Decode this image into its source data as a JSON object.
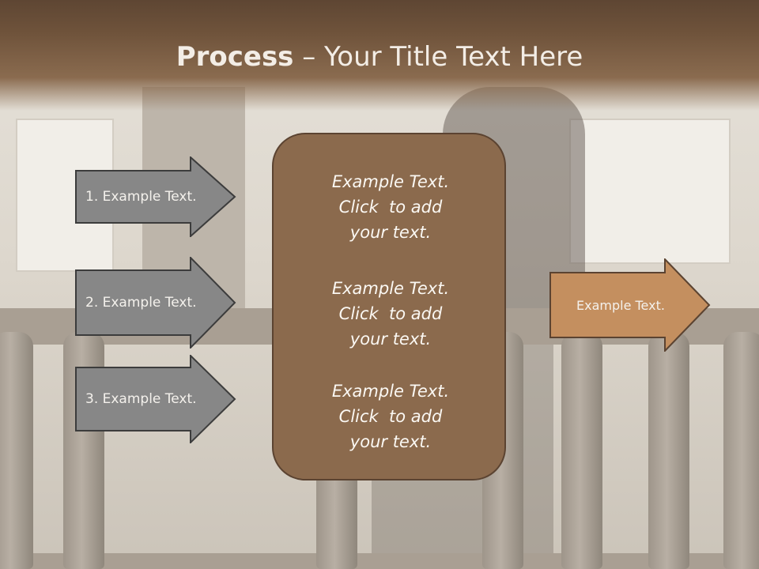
{
  "title": {
    "bold": "Process",
    "rest": " – Your Title Text Here"
  },
  "left_steps": [
    {
      "label": "1. Example Text."
    },
    {
      "label": "2. Example Text."
    },
    {
      "label": "3. Example Text."
    }
  ],
  "center_box": {
    "blocks": [
      {
        "line1": "Example Text.",
        "line2": "Click  to add",
        "line3": "your text."
      },
      {
        "line1": "Example Text.",
        "line2": "Click  to add",
        "line3": "your text."
      },
      {
        "line1": "Example Text.",
        "line2": "Click  to add",
        "line3": "your text."
      }
    ]
  },
  "right_arrow": {
    "label": "Example Text."
  },
  "colors": {
    "title_bar": "#6f533b",
    "step_arrow_fill": "#878787",
    "center_box_fill": "#8b6a4d",
    "right_arrow_fill": "#c48f5f"
  },
  "icons": [
    "right-arrow-shape"
  ]
}
